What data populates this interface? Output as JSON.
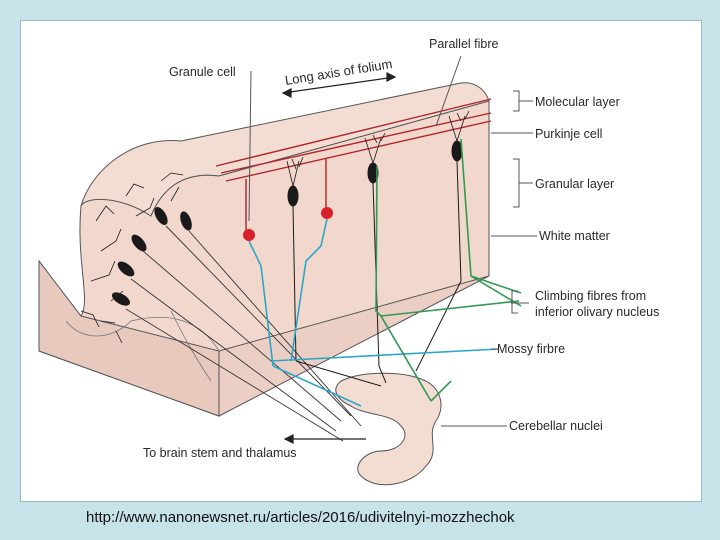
{
  "labels": {
    "granule_cell": "Granule cell",
    "long_axis": "Long axis of folium",
    "parallel_fibre": "Parallel fibre",
    "molecular_layer": "Molecular layer",
    "purkinje_cell": "Purkinje cell",
    "granular_layer": "Granular layer",
    "white_matter": "White matter",
    "climbing_fibres_line1": "Climbing fibres from",
    "climbing_fibres_line2": "inferior olivary nucleus",
    "mossy_fibre": "Mossy firbre",
    "cerebellar_nuclei": "Cerebellar nuclei",
    "brain_stem": "To brain stem and thalamus"
  },
  "caption": "http://www.nanonewsnet.ru/articles/2016/udivitelnyi-mozzhechok",
  "colors": {
    "tissue": "#f3ddd3",
    "tissue_dark": "#e8c9bd",
    "parallel_fibre": "#b0242a",
    "granule_soma": "#d81f2a",
    "mossy": "#2ca7c9",
    "climbing": "#2f9a52",
    "neuron": "#1a1a1a"
  }
}
